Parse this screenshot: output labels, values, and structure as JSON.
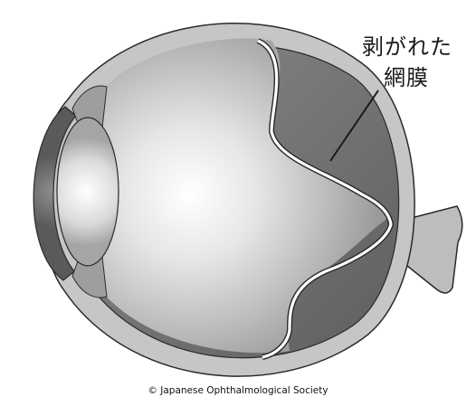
{
  "annotation": {
    "line1": "剥がれた",
    "line2": "網膜"
  },
  "copyright": "© Japanese Ophthalmological Society",
  "colors": {
    "background": "#ffffff",
    "sclera": "#c4c4c4",
    "vitreous_light": "#ffffff",
    "vitreous_dark": "#9a9a9a",
    "subretinal_space": "#707070",
    "retina": "#ffffff",
    "outline": "#2a2a2a"
  }
}
